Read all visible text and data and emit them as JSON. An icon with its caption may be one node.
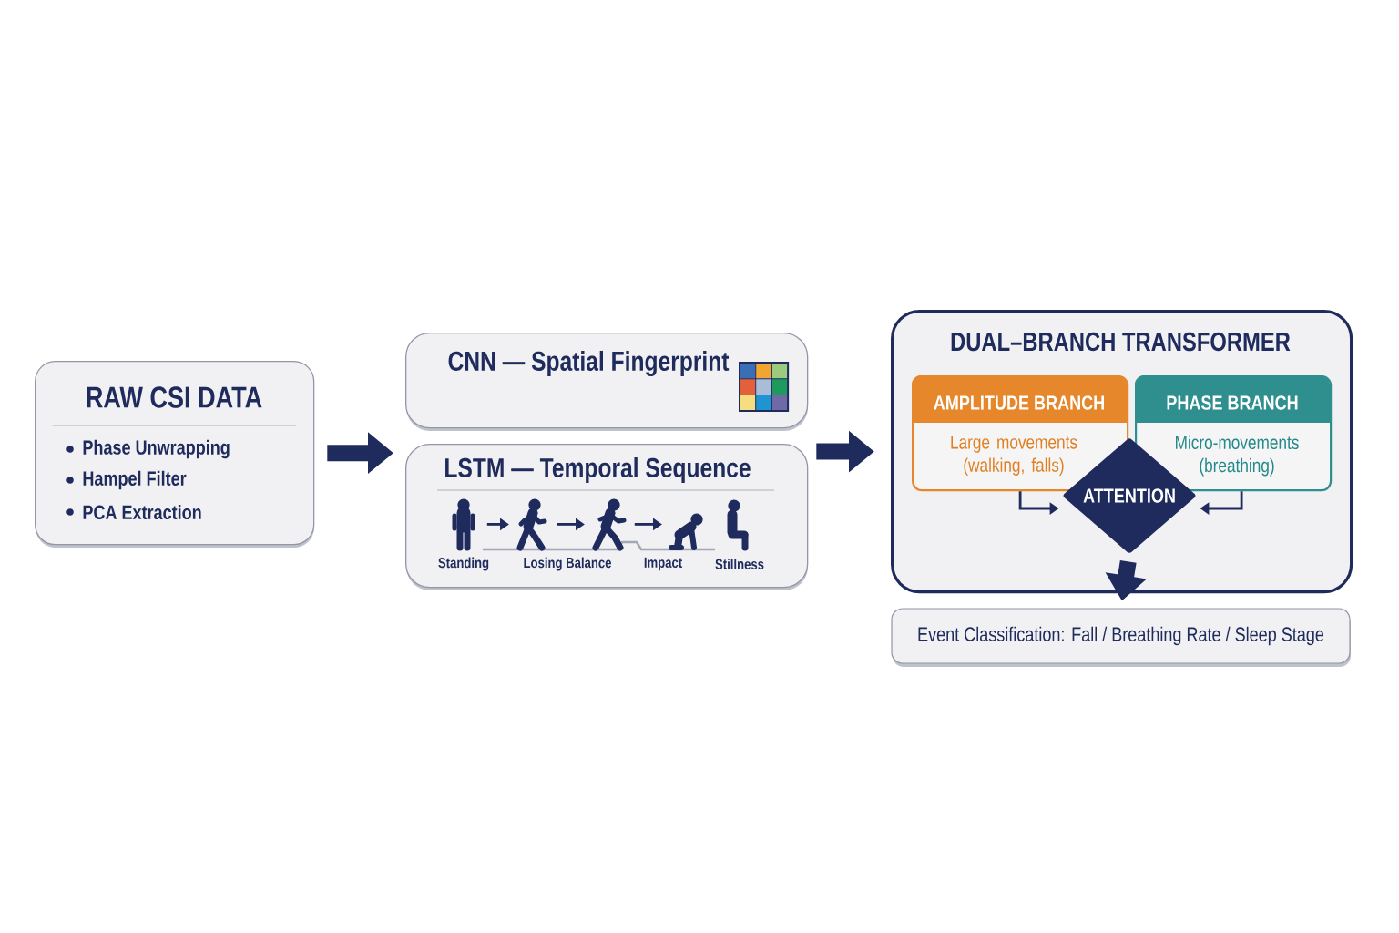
{
  "diagram": {
    "nodes": [
      {
        "text": [
          "RAW CSI DATA",
          "Phase Unwrapping",
          "Hampel Filter",
          "PCA Extraction"
        ]
      },
      {
        "text": [
          "CNN — Spatial Fingerprint"
        ]
      },
      {
        "text": [
          "LSTM — Temporal Sequence"
        ]
      },
      {
        "text": [],
        "shape": "person",
        "in": 2
      },
      {
        "text": [],
        "shape": "person",
        "in": 2
      },
      {
        "text": [],
        "shape": "person",
        "in": 2
      },
      {
        "text": [],
        "shape": "person",
        "in": 2
      },
      {
        "text": [],
        "shape": "person",
        "in": 2
      },
      {
        "text": [
          "DUAL–BRANCH TRANSFORMER"
        ]
      },
      {
        "text": [
          "AMPLITUDE BRANCH",
          "Large movements (walking, falls)"
        ],
        "in": 8
      },
      {
        "text": [
          "PHASE BRANCH",
          "Micro-movements (breathing)"
        ],
        "in": 8
      },
      {
        "text": [
          "ATTENTION"
        ],
        "in": 8
      },
      {
        "text": [
          "Event Classification: Fall / Breathing Rate / Sleep Stage"
        ]
      }
    ],
    "edges": [
      {
        "from": 0,
        "to": 2,
        "arrow": "to",
        "style": "thick"
      },
      {
        "from": 3,
        "to": 4,
        "arrow": "to"
      },
      {
        "from": 4,
        "to": 5,
        "arrow": "to"
      },
      {
        "from": 5,
        "to": 6,
        "arrow": "to"
      },
      {
        "from": 2,
        "to": 8,
        "arrow": "to",
        "style": "thick"
      },
      {
        "from": 9,
        "to": 11,
        "arrow": "to"
      },
      {
        "from": 10,
        "to": 11,
        "arrow": "to"
      },
      {
        "from": 11,
        "to": 12,
        "arrow": "to",
        "style": "thick"
      }
    ],
    "labels": [
      "Standing",
      "Losing Balance",
      "Impact",
      "Stillness"
    ]
  }
}
